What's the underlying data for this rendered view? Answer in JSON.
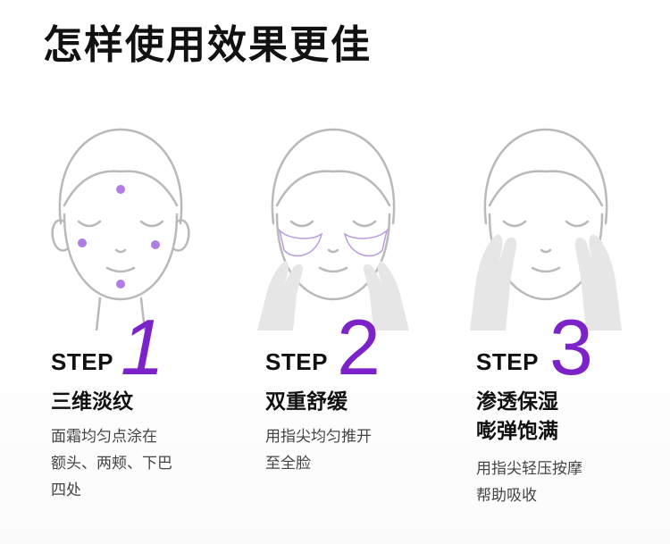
{
  "title": "怎样使用效果更佳",
  "colors": {
    "accent": "#7b22c9",
    "line": "#b7b7b7",
    "dot": "#b07de6"
  },
  "steps": [
    {
      "label": "STEP",
      "number": "1",
      "name_lines": [
        "三维淡纹"
      ],
      "desc_lines": [
        "面霜均匀点涂在",
        "额头、两颊、下巴",
        "四处"
      ]
    },
    {
      "label": "STEP",
      "number": "2",
      "name_lines": [
        "双重舒缓"
      ],
      "desc_lines": [
        "用指尖均匀推开",
        "至全脸"
      ]
    },
    {
      "label": "STEP",
      "number": "3",
      "name_lines": [
        "渗透保湿",
        "嘭弹饱满"
      ],
      "desc_lines": [
        "用指尖轻压按摩",
        "帮助吸收"
      ]
    }
  ]
}
